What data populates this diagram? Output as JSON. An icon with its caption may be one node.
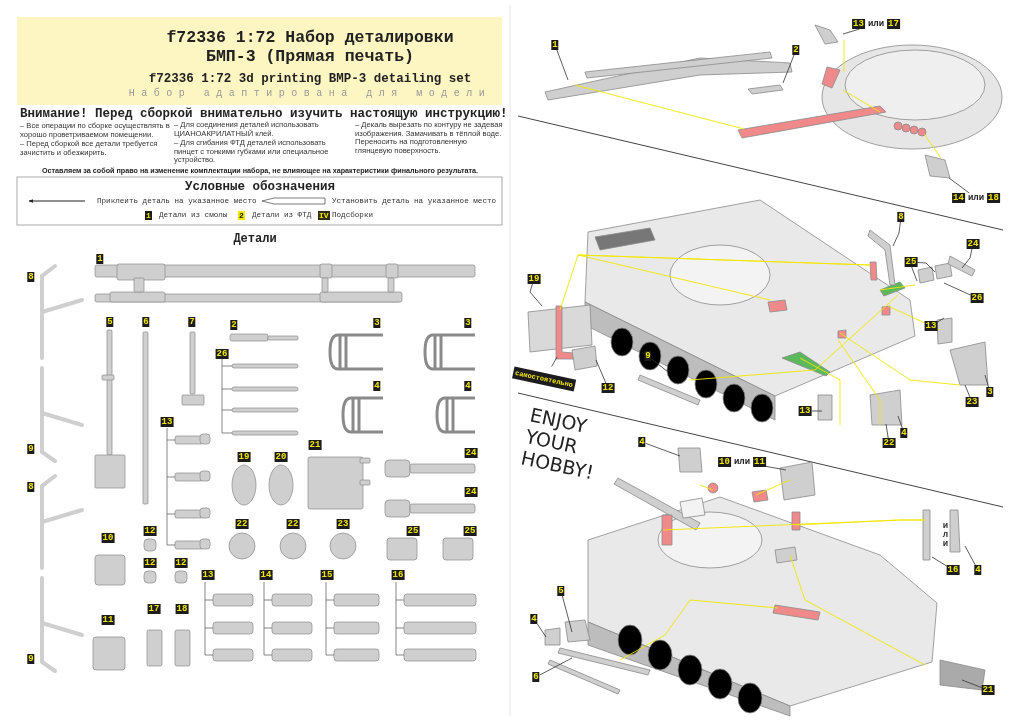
{
  "diagram": {
    "title": "f72336 1:72 Набор деталировки БМП-3 (Прямая печать)",
    "nodes": [
      {
        "text": [
          "1"
        ]
      },
      {
        "text": [
          "2"
        ]
      },
      {
        "text": [
          "13",
          "или",
          "17"
        ]
      },
      {
        "text": [
          "14",
          "или",
          "18"
        ]
      },
      {
        "text": [
          "8"
        ]
      },
      {
        "text": [
          "25"
        ]
      },
      {
        "text": [
          "24"
        ]
      },
      {
        "text": [
          "26"
        ]
      },
      {
        "text": [
          "19"
        ]
      },
      {
        "text": [
          "самостоятельно"
        ]
      },
      {
        "text": [
          "12"
        ]
      },
      {
        "text": [
          "9"
        ]
      },
      {
        "text": [
          "13"
        ]
      },
      {
        "text": [
          "3"
        ]
      },
      {
        "text": [
          "23"
        ]
      },
      {
        "text": [
          "13"
        ]
      },
      {
        "text": [
          "22"
        ]
      },
      {
        "text": [
          "4"
        ]
      },
      {
        "text": [
          "4"
        ]
      },
      {
        "text": [
          "10",
          "или",
          "11"
        ]
      },
      {
        "text": [
          "16"
        ]
      },
      {
        "text": [
          "4"
        ]
      },
      {
        "text": [
          "5"
        ]
      },
      {
        "text": [
          "4"
        ]
      },
      {
        "text": [
          "6"
        ]
      },
      {
        "text": [
          "21"
        ]
      }
    ],
    "edges": [
      {
        "from": 0,
        "to": null,
        "arrow": "none"
      },
      {
        "from": 1,
        "to": null,
        "arrow": "none"
      },
      {
        "from": 2,
        "to": null,
        "arrow": "none"
      },
      {
        "from": 3,
        "to": null,
        "arrow": "none"
      },
      {
        "from": 4,
        "to": null,
        "arrow": "none"
      },
      {
        "from": 5,
        "to": null,
        "arrow": "none"
      },
      {
        "from": 5,
        "to": null,
        "arrow": "none"
      },
      {
        "from": 6,
        "to": null,
        "arrow": "none"
      },
      {
        "from": 7,
        "to": null,
        "arrow": "none"
      },
      {
        "from": 8,
        "to": null,
        "arrow": "none"
      },
      {
        "from": 9,
        "to": null,
        "arrow": "none"
      },
      {
        "from": 10,
        "to": null,
        "arrow": "none"
      },
      {
        "from": 11,
        "to": null,
        "arrow": "none"
      },
      {
        "from": 12,
        "to": null,
        "arrow": "none"
      },
      {
        "from": 13,
        "to": null,
        "arrow": "none"
      },
      {
        "from": 14,
        "to": null,
        "arrow": "none"
      },
      {
        "from": 15,
        "to": null,
        "arrow": "none"
      },
      {
        "from": 16,
        "to": null,
        "arrow": "none"
      },
      {
        "from": 17,
        "to": null,
        "arrow": "none"
      },
      {
        "from": 18,
        "to": null,
        "arrow": "none"
      },
      {
        "from": 19,
        "to": null,
        "arrow": "none"
      },
      {
        "from": 20,
        "to": null,
        "arrow": "none"
      },
      {
        "from": 21,
        "to": null,
        "arrow": "none"
      },
      {
        "from": 22,
        "to": null,
        "arrow": "none"
      },
      {
        "from": 23,
        "to": null,
        "arrow": "none"
      },
      {
        "from": 24,
        "to": null,
        "arrow": "none"
      },
      {
        "from": 25,
        "to": null,
        "arrow": "none"
      }
    ],
    "labels": [
      "f72336 1:72 3d printing BMP-3 detailing set",
      "Набор адаптирована для модели",
      "Внимание! Перед сборкой внимательно изучить настоящую инструкцию!",
      "– Все операции по сборке осуществлять в хорошо проветриваемом помещении.",
      "– Перед сборкой все детали требуется зачистить и обезжирить.",
      "– Для соединения деталей использовать ЦИАНОАКРИЛАТНЫЙ клей.",
      "– Для сгибания ФТД деталей использовать пинцет с тонкими губками или специальное устройство.",
      "– Декаль вырезать по контуру не задевая изображения. Замачивать в тёплой воде. Переносить на подготовленную глянцевую поверхность.",
      "Оставляем за собой право на изменение комплектации набора, не влияющее на характеристики финального результата.",
      "Условные обозначения",
      "1",
      "2",
      "IV",
      "Детали",
      "1",
      "8",
      "5",
      "6",
      "7",
      "2",
      "3",
      "3",
      "26",
      "4",
      "4",
      "13",
      "21",
      "9",
      "24",
      "19",
      "20",
      "8",
      "24",
      "22",
      "22",
      "23",
      "12",
      "25",
      "25",
      "10",
      "12",
      "12",
      "13",
      "14",
      "15",
      "16",
      "17",
      "18",
      "11",
      "9",
      "ENJOY YOUR HOBBY!",
      "или"
    ],
    "legend": [
      {
        "text": "Приклеить деталь на указанное место"
      },
      {
        "text": "Установить деталь на указанное место"
      },
      {
        "text": "Детали из смолы",
        "color": "#1c1c1c"
      },
      {
        "text": "Детали из ФТД",
        "color": "#f2e600"
      },
      {
        "text": "Подсборки",
        "color": "#2e2e12"
      }
    ]
  }
}
